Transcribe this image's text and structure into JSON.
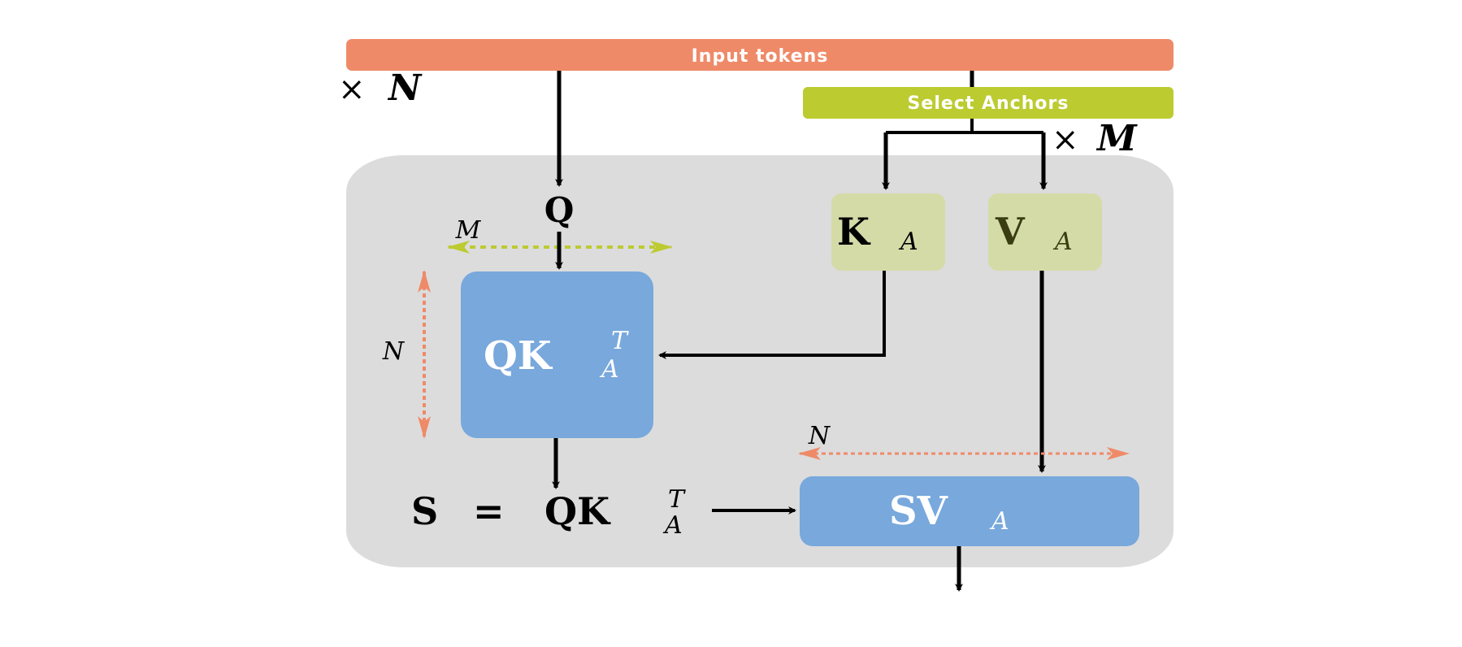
{
  "input_bar": {
    "label": "Input tokens"
  },
  "anchor_bar": {
    "label": "Select Anchors"
  },
  "repeat_n": {
    "prefix": "×",
    "var": "N"
  },
  "repeat_m": {
    "prefix": "×",
    "var": "M"
  },
  "query": {
    "label": "Q"
  },
  "key_anchor": {
    "base": "K",
    "sub": "A"
  },
  "value_anchor": {
    "base": "V",
    "sub": "A"
  },
  "qk_box": {
    "base": "QK",
    "sup": "T",
    "sub": "A"
  },
  "sv_box": {
    "base": "SV",
    "sub": "A"
  },
  "score_eq": {
    "lhs": "S",
    "eq": "=",
    "base": "QK",
    "sup": "T",
    "sub": "A"
  },
  "dim_m": "M",
  "dim_n_vertical": "N",
  "dim_n_horizontal": "N",
  "colors": {
    "input_bar": "#ef8a68",
    "anchor_bar": "#bccb30",
    "panel": "#dcdcdc",
    "kv_box": "#d4dba7",
    "blue_box": "#78a8dc",
    "dim_green": "#bccb30",
    "dim_orange": "#ef8a68"
  }
}
